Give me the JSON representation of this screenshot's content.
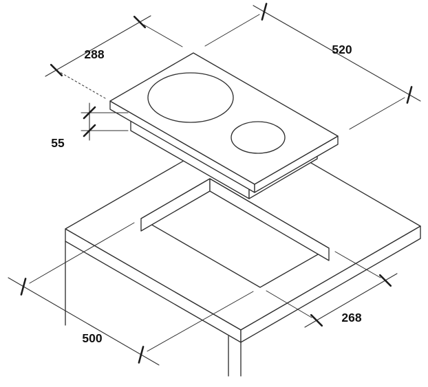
{
  "colors": {
    "background": "#ffffff",
    "line": "#2e2e2e",
    "label": "#111111"
  },
  "diagram": {
    "type": "isometric-installation-drawing",
    "dimensions": {
      "hob_width": "288",
      "hob_length": "520",
      "hob_height": "55",
      "cutout_length": "500",
      "cutout_width": "268"
    }
  }
}
